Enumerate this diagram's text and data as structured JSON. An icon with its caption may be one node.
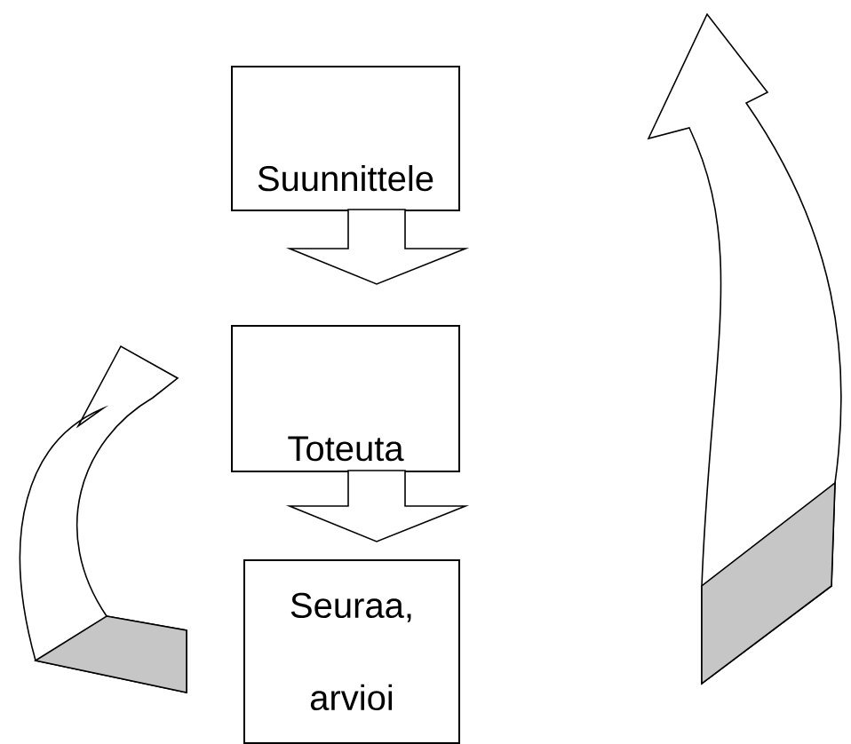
{
  "diagram": {
    "nodes": [
      {
        "text": [
          "Suunnittele"
        ]
      },
      {
        "text": [
          "Toteuta"
        ]
      },
      {
        "text": [
          "Seuraa, arvioi"
        ]
      }
    ],
    "edges": [
      {
        "from": 0,
        "to": 1,
        "arrow": "to"
      },
      {
        "from": 1,
        "to": 2,
        "arrow": "to"
      },
      {
        "from": 2,
        "to": 0,
        "arrow": "to"
      },
      {
        "from": 2,
        "to": 1,
        "arrow": "to"
      }
    ]
  }
}
